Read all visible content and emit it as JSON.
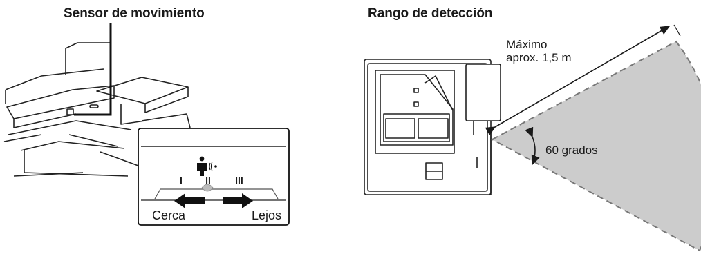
{
  "left_panel": {
    "title": "Sensor de movimiento",
    "modes": [
      "I",
      "II",
      "III"
    ],
    "near_label": "Cerca",
    "far_label": "Lejos",
    "person_icon": "person-signal-icon"
  },
  "right_panel": {
    "title": "Rango de detección",
    "distance_line1": "Máximo",
    "distance_line2": "aprox. 1,5 m",
    "angle_label": "60 grados",
    "range_fill_color": "#cccccc"
  }
}
